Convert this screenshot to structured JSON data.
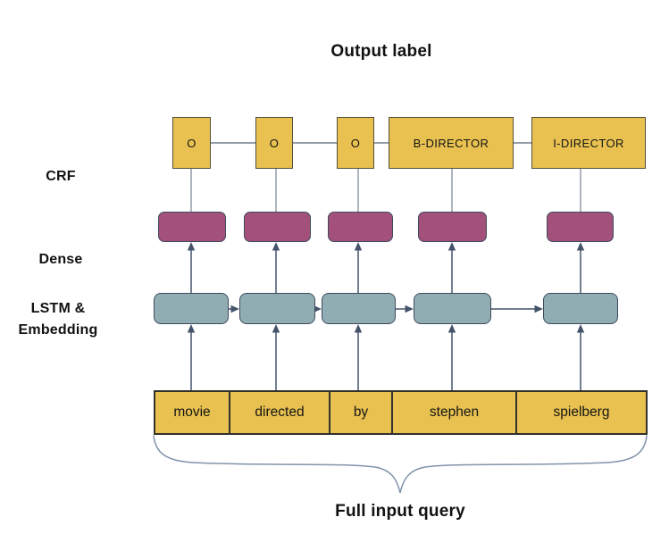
{
  "title": "Output label",
  "bottom_label": "Full input query",
  "layers": {
    "crf": "CRF",
    "dense": "Dense",
    "lstm_line1": "LSTM &",
    "lstm_line2": "Embedding"
  },
  "crf_labels": [
    "O",
    "O",
    "O",
    "B-DIRECTOR",
    "I-DIRECTOR"
  ],
  "words": [
    "movie",
    "directed",
    "by",
    "stephen",
    "spielberg"
  ],
  "colors": {
    "node_yellow": "#E8C150",
    "node_yellow_border": "#55503C",
    "node_plum": "#A3517B",
    "node_teal": "#8FADB3",
    "node_dark_border": "#3E4A5E",
    "word_bar_border": "#33312B",
    "connector_gray": "#939CA8",
    "arrow_slate": "#44536A",
    "brace_slate": "#8293A9",
    "text": "#111111"
  }
}
